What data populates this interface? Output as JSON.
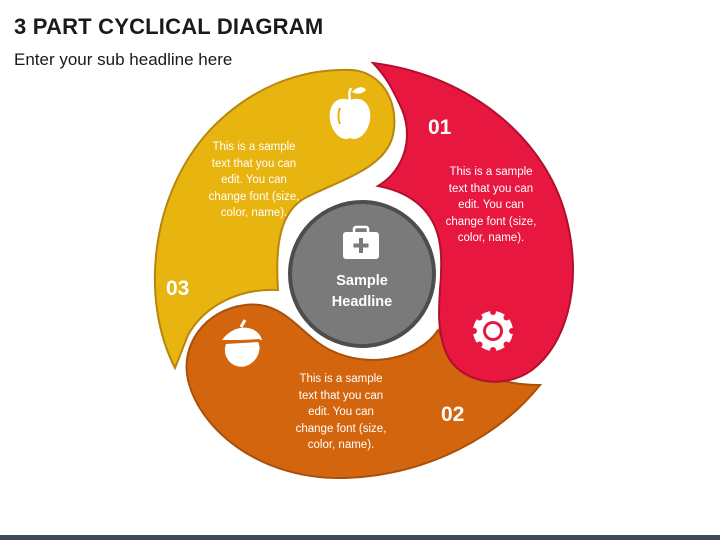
{
  "header": {
    "title": "3 PART CYCLICAL DIAGRAM",
    "subtitle": "Enter your sub headline here"
  },
  "center": {
    "label_line1": "Sample",
    "label_line2": "Headline",
    "icon": "first-aid-kit-icon",
    "color": "#7a7a7a"
  },
  "segments": [
    {
      "number": "01",
      "color": "#e8173f",
      "icon": "lifebuoy-icon",
      "text_lines": [
        "This is a sample",
        "text that you can",
        "edit. You can",
        "change font (size,",
        "color, name)."
      ]
    },
    {
      "number": "02",
      "color": "#d4650f",
      "icon": "acorn-icon",
      "text_lines": [
        "This is a sample",
        "text that you can",
        "edit. You can",
        "change font (size,",
        "color, name)."
      ]
    },
    {
      "number": "03",
      "color": "#e8b40f",
      "icon": "apple-icon",
      "text_lines": [
        "This is a sample",
        "text that you can",
        "edit. You can",
        "change font (size,",
        "color, name)."
      ]
    }
  ]
}
